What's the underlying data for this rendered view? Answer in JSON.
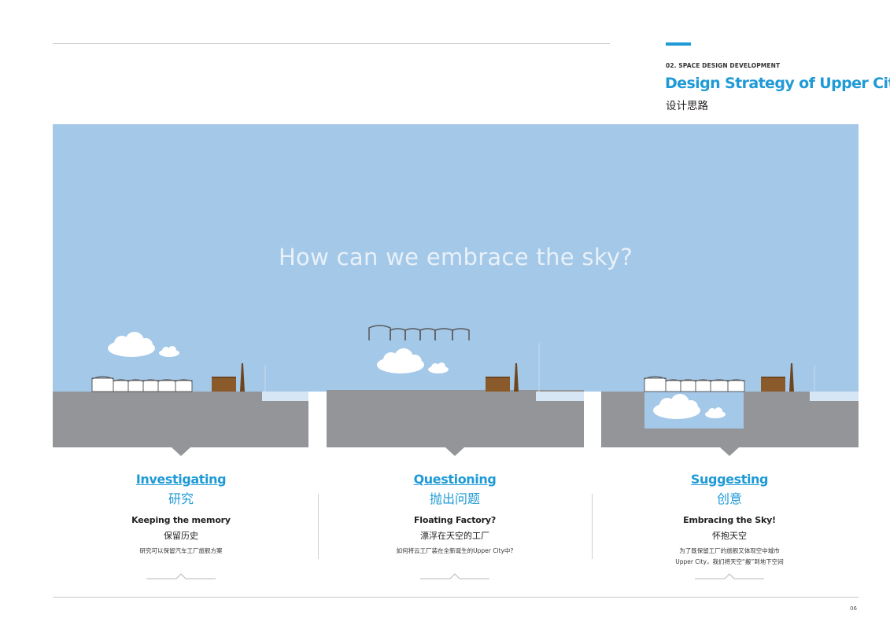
{
  "header": {
    "section_label": "02. SPACE DESIGN DEVELOPMENT",
    "title": "Design Strategy of Upper City",
    "subtitle": "设计思路"
  },
  "hero": {
    "question": "How can we embrace the sky?"
  },
  "columns": [
    {
      "heading_en": "Investigating",
      "heading_cn": "研究",
      "sub_en": "Keeping the memory",
      "sub_cn": "保留历史",
      "desc_lines": [
        "研究可以保留汽车工厂旅舰方案"
      ]
    },
    {
      "heading_en": "Questioning",
      "heading_cn": "抛出问题",
      "sub_en": "Floating Factory?",
      "sub_cn": "漂浮在天空的工厂",
      "desc_lines": [
        "如何将云工厂装在全新诞生的Upper City中?"
      ]
    },
    {
      "heading_en": "Suggesting",
      "heading_cn": "创意",
      "sub_en": "Embracing the Sky!",
      "sub_cn": "怀抱天空",
      "desc_lines": [
        "为了既保留工厂的旅舰又体现空中城市",
        "Upper City，我们将天空“搬”到地下空间"
      ]
    }
  ],
  "footer": {
    "page_number": "06"
  },
  "colors": {
    "accent": "#1f9ad6",
    "sky": "#a4c8e8",
    "ground": "#939598",
    "brick": "#8b5a2b"
  }
}
